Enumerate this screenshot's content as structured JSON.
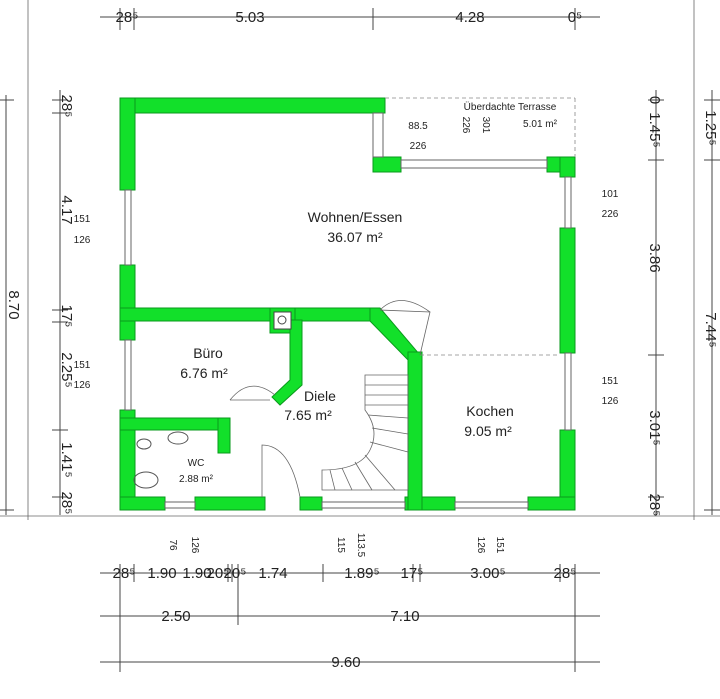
{
  "rooms": [
    {
      "name": "Wohnen/Essen",
      "area": "36.07 m²"
    },
    {
      "name": "Büro",
      "area": "6.76 m²"
    },
    {
      "name": "Diele",
      "area": "7.65 m²"
    },
    {
      "name": "Kochen",
      "area": "9.05 m²"
    },
    {
      "name": "WC",
      "area": "2.88 m²"
    },
    {
      "name": "Überdachte Terrasse",
      "area": "5.01 m²"
    }
  ],
  "dims_top": [
    "28⁵",
    "5.03",
    "4.28",
    "0⁵"
  ],
  "dims_bottom_row1": [
    "28⁵",
    "1.90",
    "1.90",
    "20⁵",
    "20⁵",
    "1.74",
    "1.89⁵",
    "17⁵",
    "3.00⁵",
    "28⁵"
  ],
  "dims_bottom_row2": [
    "2.50",
    "7.10"
  ],
  "dims_bottom_total": "9.60",
  "dims_left": [
    "28⁵",
    "4.17",
    "17⁵",
    "2.25⁵",
    "1.41⁵",
    "28⁵"
  ],
  "dims_left_total": "8.70",
  "dims_right": [
    "0",
    "1.45⁵",
    "3.86",
    "3.01⁵",
    "28⁵"
  ],
  "dims_right_outer": [
    "1.25⁵",
    "7.44⁵"
  ],
  "window_labels": [
    {
      "top": "151",
      "bottom": "126"
    },
    {
      "top": "151",
      "bottom": "126"
    },
    {
      "top": "101",
      "bottom": "226"
    },
    {
      "top": "151",
      "bottom": "126"
    },
    {
      "top": "88.5",
      "bottom": "226"
    }
  ],
  "vertical_window_labels": [
    "76",
    "126",
    "115",
    "113.5",
    "126",
    "151",
    "226",
    "301"
  ]
}
